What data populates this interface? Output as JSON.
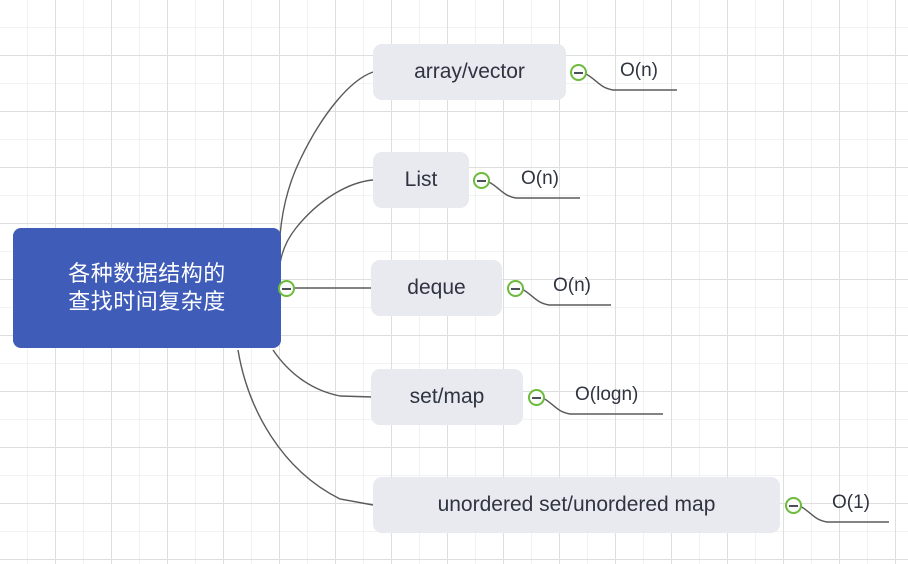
{
  "canvas": {
    "background_color": "#ffffff",
    "grid_minor_color": "#f2f2f2",
    "grid_major_color": "#dedede"
  },
  "theme": {
    "root_fill": "#3f5cb8",
    "root_text": "#ffffff",
    "node_fill": "#e8eaf0",
    "node_text": "#2f3440",
    "edge_color": "#5a5a5a",
    "toggle_ring": "#6cbb3c",
    "toggle_fill": "#fbfbfb",
    "toggle_minus": "#4a4f58"
  },
  "mindmap": {
    "root": {
      "id": "root-node",
      "line1": "各种数据结构的",
      "line2": "查找时间复杂度",
      "toggle_icon": "collapse-minus-icon"
    },
    "branches": [
      {
        "id": "array-vector",
        "label": "array/vector",
        "toggle_icon": "collapse-minus-icon",
        "leaf": "O(n)"
      },
      {
        "id": "list",
        "label": "List",
        "toggle_icon": "collapse-minus-icon",
        "leaf": "O(n)"
      },
      {
        "id": "deque",
        "label": "deque",
        "toggle_icon": "collapse-minus-icon",
        "leaf": "O(n)"
      },
      {
        "id": "set-map",
        "label": "set/map",
        "toggle_icon": "collapse-minus-icon",
        "leaf": "O(logn)"
      },
      {
        "id": "unordered-set-unordered-map",
        "label": "unordered set/unordered map",
        "toggle_icon": "collapse-minus-icon",
        "leaf": "O(1)"
      }
    ]
  }
}
